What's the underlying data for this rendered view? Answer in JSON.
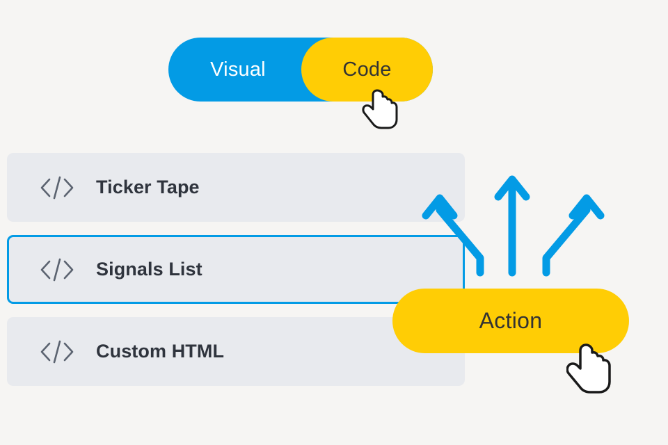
{
  "theme": {
    "page_background": "#f6f5f3",
    "accent_blue": "#039be5",
    "accent_yellow": "#ffcd05",
    "row_background": "#e8eaee",
    "text_dark": "#2f343d",
    "icon_gray": "#5b6370"
  },
  "toggle": {
    "name": "editor-mode-toggle",
    "options": [
      {
        "label": "Visual",
        "selected": false,
        "color": "#039be5"
      },
      {
        "label": "Code",
        "selected": true,
        "color": "#ffcd05"
      }
    ],
    "visual_label": "Visual",
    "code_label": "Code"
  },
  "widget_list": {
    "items": [
      {
        "icon": "code-icon",
        "label": "Ticker Tape",
        "selected": false
      },
      {
        "icon": "code-icon",
        "label": "Signals List",
        "selected": true
      },
      {
        "icon": "code-icon",
        "label": "Custom HTML",
        "selected": false
      }
    ]
  },
  "action": {
    "label": "Action",
    "icon": "none"
  },
  "arrows": {
    "count": 3,
    "color": "#039be5",
    "description": "three upward arrows pointing from the action button to the widget list"
  },
  "cursors": [
    {
      "name": "pointer-cursor-code-toggle",
      "type": "pointing-hand"
    },
    {
      "name": "pointer-cursor-action-button",
      "type": "pointing-hand"
    }
  ]
}
